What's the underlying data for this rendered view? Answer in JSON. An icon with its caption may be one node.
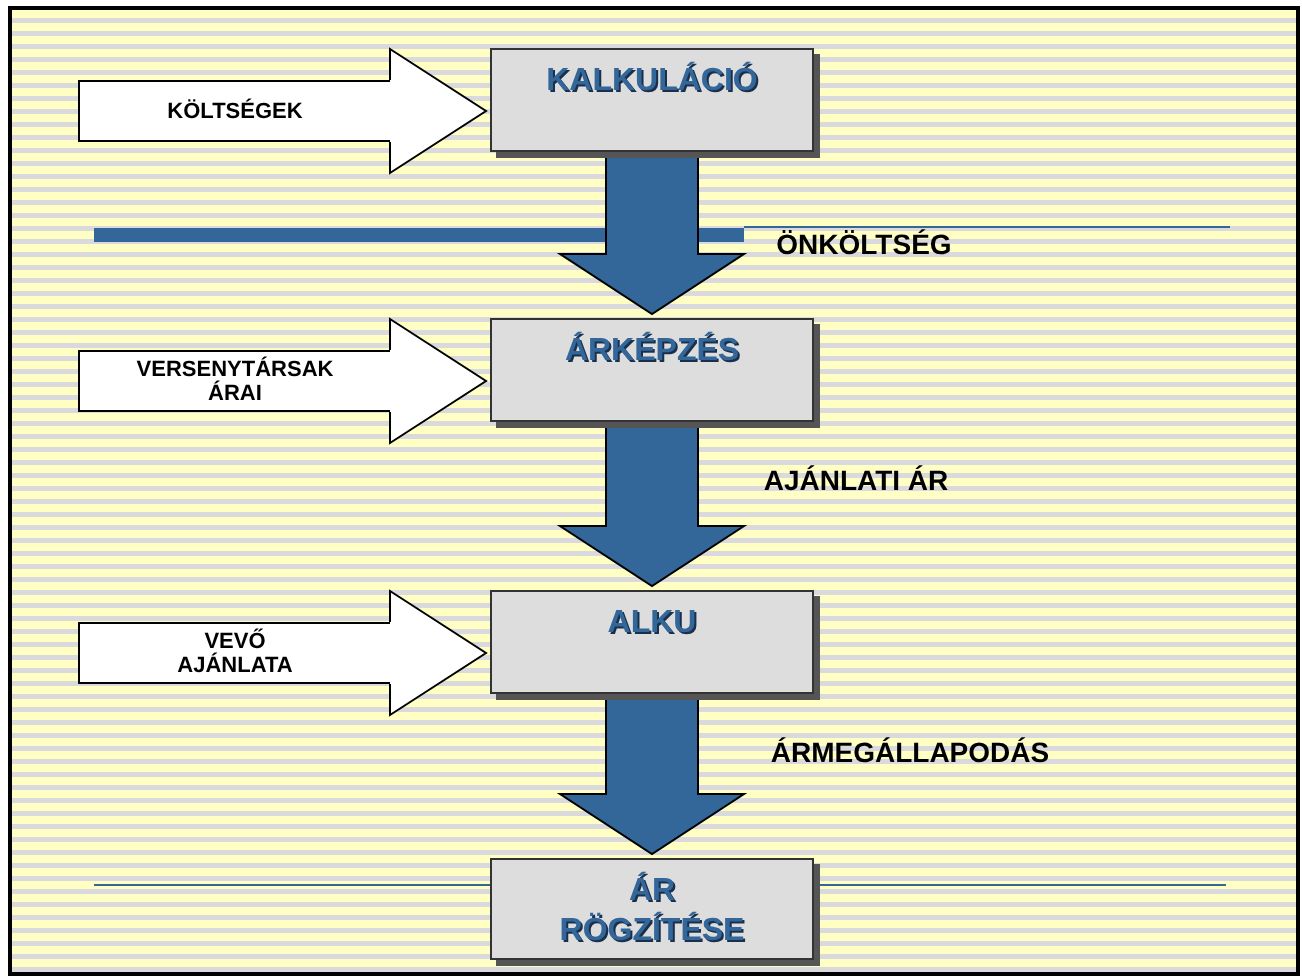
{
  "diagram": {
    "nodes": [
      {
        "text": [
          "KÖLTSÉGEK"
        ]
      },
      {
        "text": [
          "KALKULÁCIÓ"
        ]
      },
      {
        "text": [
          "VERSENYTÁRSAK ÁRAI"
        ]
      },
      {
        "text": [
          "ÁRKÉPZÉS"
        ]
      },
      {
        "text": [
          "VEVŐ AJÁNLATA"
        ]
      },
      {
        "text": [
          "ALKU"
        ]
      },
      {
        "text": [
          "ÁR RÖGZÍTÉSE"
        ]
      }
    ],
    "edges": [
      {
        "from": 0,
        "to": 1,
        "arrow": "to",
        "style": "thick",
        "color": "#ffffff"
      },
      {
        "from": 1,
        "to": 3,
        "arrow": "to",
        "style": "thick",
        "color": "#336699",
        "label": "ÖNKÖLTSÉG"
      },
      {
        "from": 2,
        "to": 3,
        "arrow": "to",
        "style": "thick",
        "color": "#ffffff"
      },
      {
        "from": 3,
        "to": 5,
        "arrow": "to",
        "style": "thick",
        "color": "#336699",
        "label": "AJÁNLATI ÁR"
      },
      {
        "from": 4,
        "to": 5,
        "arrow": "to",
        "style": "thick",
        "color": "#ffffff"
      },
      {
        "from": 5,
        "to": 6,
        "arrow": "to",
        "style": "thick",
        "color": "#336699",
        "label": "ÁRMEGÁLLAPODÁS"
      }
    ]
  }
}
